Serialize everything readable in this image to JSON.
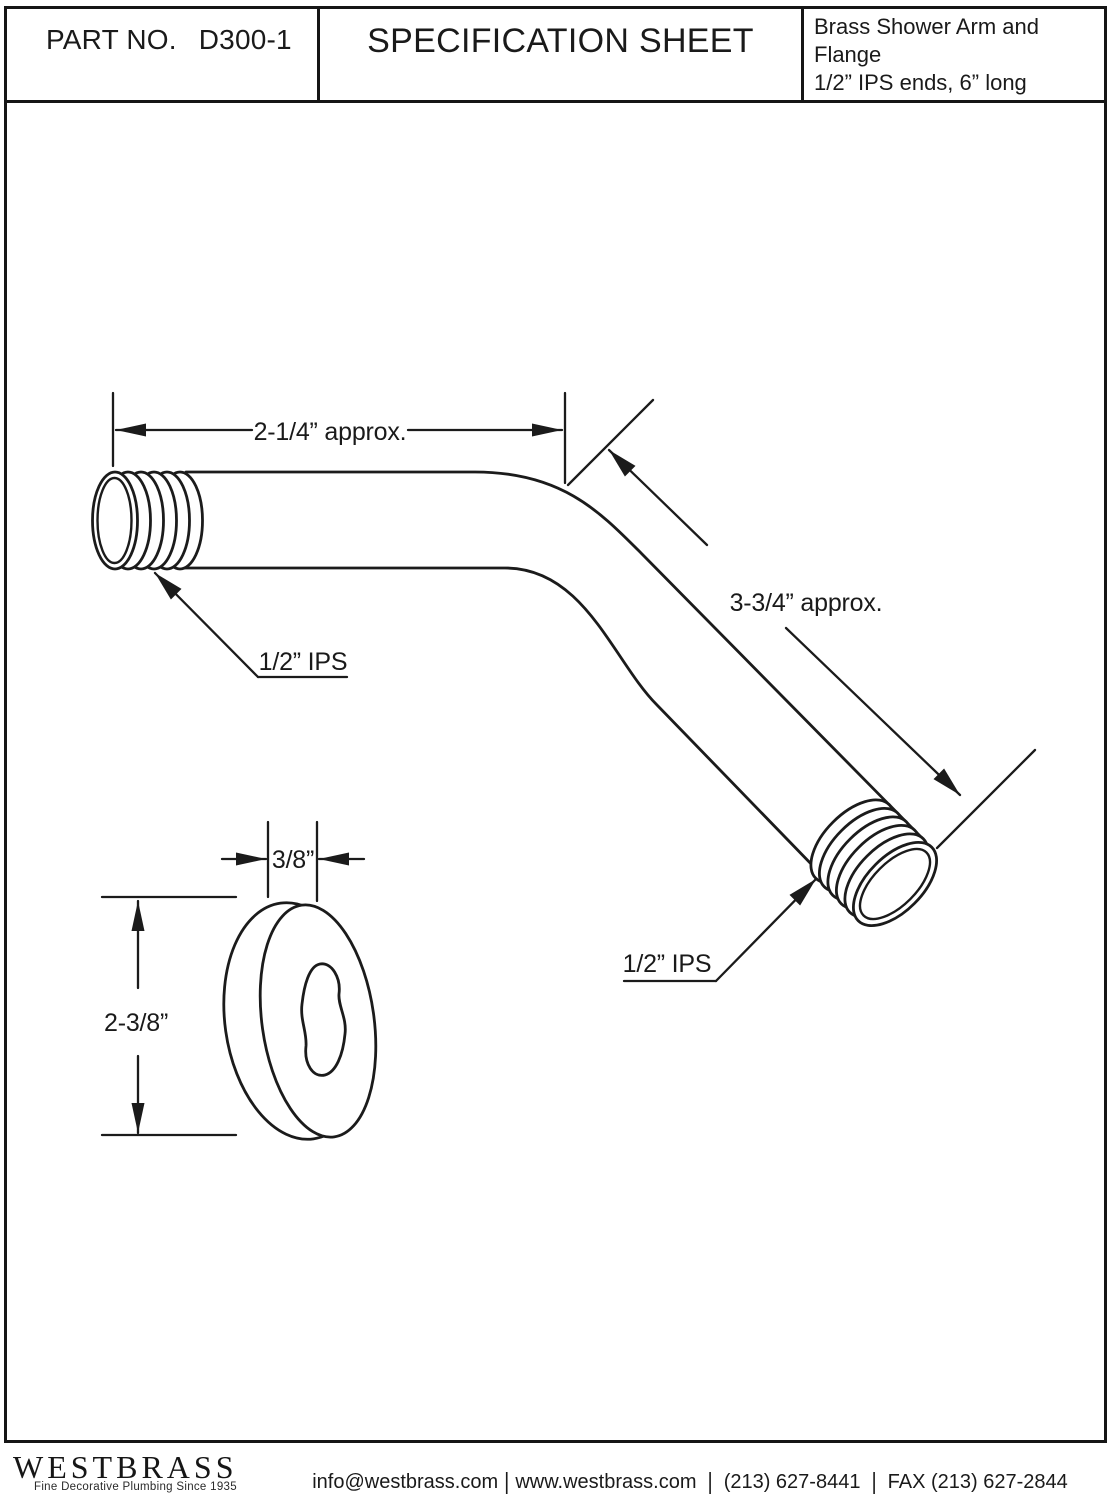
{
  "header": {
    "part_label": "PART NO.",
    "part_number": "D300-1",
    "title": "SPECIFICATION SHEET",
    "product_line1": "Brass Shower Arm and Flange",
    "product_line2": "1/2” IPS ends, 6” long"
  },
  "diagram": {
    "dim_horizontal": "2-1/4” approx.",
    "dim_diagonal": "3-3/4” approx.",
    "label_ips_left": "1/2” IPS",
    "label_ips_right": "1/2” IPS",
    "flange_thickness": "3/8”",
    "flange_diameter": "2-3/8”"
  },
  "footer": {
    "brand": "WESTBRASS",
    "tagline": "Fine Decorative Plumbing Since 1935",
    "email": "info@westbrass.com",
    "website": "www.westbrass.com",
    "phone": "(213) 627-8441",
    "fax": "FAX (213) 627-2844",
    "separator": "|"
  },
  "colors": {
    "ink": "#1a1a1a",
    "paper": "#ffffff"
  }
}
